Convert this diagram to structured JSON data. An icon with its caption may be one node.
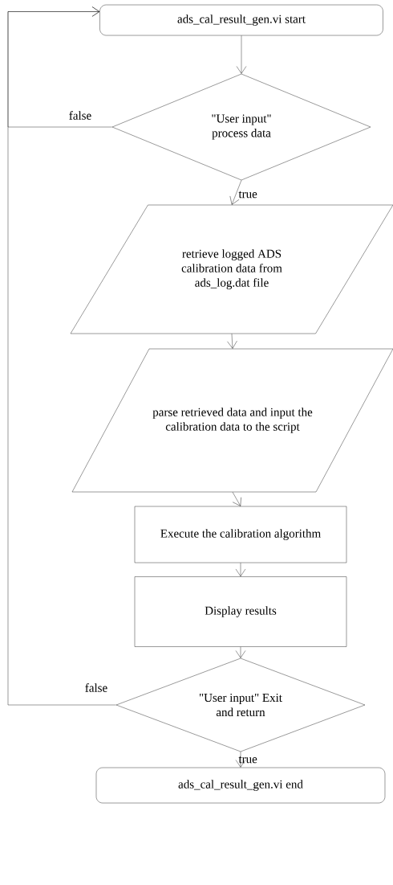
{
  "diagram": {
    "nodes": [
      {
        "text": [
          "ads_cal_result_gen.vi start"
        ]
      },
      {
        "text": [
          "\"User input\" process data"
        ]
      },
      {
        "text": [
          "retrieve logged ADS calibration data from ads_log.dat file"
        ]
      },
      {
        "text": [
          "parse retrieved data and input the calibration data to the script"
        ]
      },
      {
        "text": [
          "Execute the calibration algorithm"
        ]
      },
      {
        "text": [
          "Display results"
        ]
      },
      {
        "text": [
          "\"User input\" Exit and return"
        ]
      },
      {
        "text": [
          "ads_cal_result_gen.vi end"
        ]
      }
    ],
    "edges": [
      {
        "from": 0,
        "to": 1,
        "arrow": "to"
      },
      {
        "from": 1,
        "to": 2,
        "arrow": "to",
        "label": "true"
      },
      {
        "from": 2,
        "to": 3,
        "arrow": "to"
      },
      {
        "from": 3,
        "to": 4,
        "arrow": "to"
      },
      {
        "from": 4,
        "to": 5,
        "arrow": "to"
      },
      {
        "from": 5,
        "to": 6,
        "arrow": "to"
      },
      {
        "from": 6,
        "to": 7,
        "arrow": "to",
        "label": "true"
      },
      {
        "from": 1,
        "to": 0,
        "arrow": "to",
        "label": "false"
      },
      {
        "from": 6,
        "to": 0,
        "arrow": "to",
        "label": "false"
      }
    ]
  }
}
